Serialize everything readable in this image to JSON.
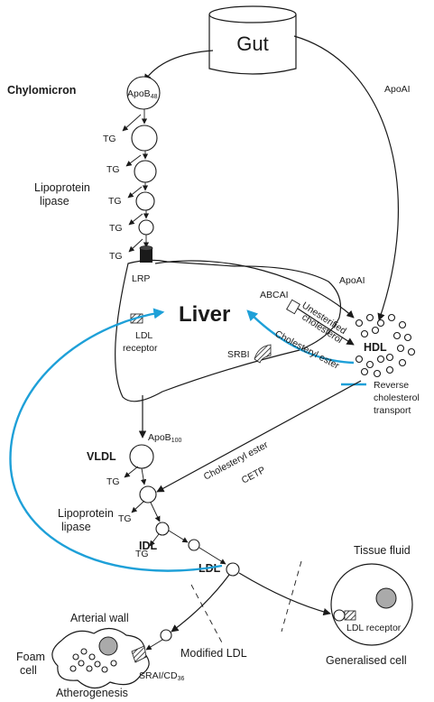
{
  "labels": {
    "gut": "Gut",
    "apoai_top": "ApoAI",
    "chylomicron": "Chylomicron",
    "apob48_main": "ApoB",
    "apob48_sub": "48",
    "tg": "TG",
    "lipoprotein_lipase_1": "Lipoprotein",
    "lipoprotein_lipase_2": "lipase",
    "lrp": "LRP",
    "liver": "Liver",
    "abcai": "ABCAI",
    "apoai_mid": "ApoAI",
    "ldl_receptor_1": "LDL",
    "ldl_receptor_2": "receptor",
    "srbi": "SRBI",
    "unesterified_1": "Unesterified",
    "unesterified_2": "cholesterol",
    "cholesteryl_ester_blue": "Cholesteryl ester",
    "hdl": "HDL",
    "legend_reverse_1": "Reverse",
    "legend_reverse_2": "cholesterol",
    "legend_reverse_3": "transport",
    "apob100_main": "ApoB",
    "apob100_sub": "100",
    "cholesteryl_ester_cetp": "Cholesteryl ester",
    "cetp": "CETP",
    "vldl": "VLDL",
    "idl": "IDL",
    "ldl": "LDL",
    "tissue_fluid": "Tissue fluid",
    "ldl_receptor_cell": "LDL receptor",
    "generalised_cell": "Generalised cell",
    "arterial_wall": "Arterial wall",
    "foam_1": "Foam",
    "foam_2": "cell",
    "modified_ldl": "Modified LDL",
    "srai_cd36_main": "SRAI/CD",
    "srai_cd36_sub": "36",
    "atherogenesis": "Atherogenesis"
  },
  "colors": {
    "reverse_transport": "#1ea0d8",
    "line": "#1a1a1a",
    "nucleus": "#aaaaaa"
  }
}
